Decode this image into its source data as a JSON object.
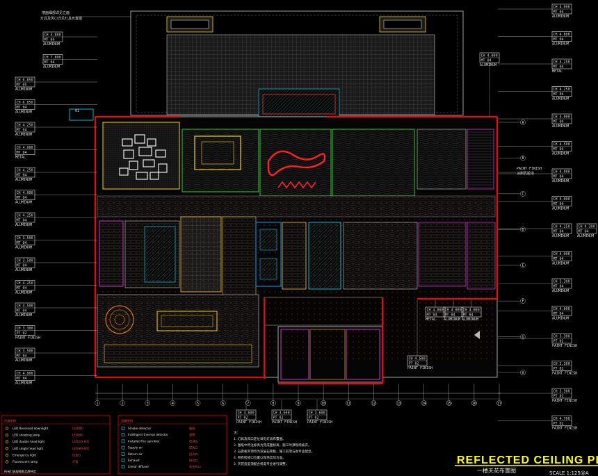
{
  "drawing": {
    "title": "REFLECTED CEILING PLAN",
    "subtitle": "一楼天花布置图",
    "scale": "SCALE 1:125@A"
  },
  "top_note": [
    "墙面细部详见立面",
    "灯具及风口详见灯具布置图"
  ],
  "section_marker": "01",
  "room_callouts": [
    {
      "id": "tag-ch-4000-a",
      "ch": "CH 4.000",
      "code": "MT 04",
      "desc": "ALUMINUM"
    },
    {
      "id": "tag-paint-finish",
      "ch": "PAINT FINISH",
      "code": "",
      "desc": "涂刷乳胶漆"
    }
  ],
  "left_tags": [
    {
      "ch": "CH 5.800",
      "code": "MT 04",
      "desc": "ALUMINUM"
    },
    {
      "ch": "CH 7.800",
      "code": "MT 04",
      "desc": "ALUMINUM"
    },
    {
      "ch": "CH 6.850",
      "code": "MT 05",
      "desc": "ALUMINUM"
    },
    {
      "ch": "CH 6.850",
      "code": "MT 04",
      "desc": "ALUMINUM"
    },
    {
      "ch": "CH 4.250",
      "code": "MT 04",
      "desc": "ALUMINUM"
    },
    {
      "ch": "CH 4.000",
      "code": "MT 04",
      "desc": "METAL"
    },
    {
      "ch": "CH 4.250",
      "code": "MT 04",
      "desc": "ALUMINUM"
    },
    {
      "ch": "CH 4.000",
      "code": "MT 04",
      "desc": "ALUMINUM"
    },
    {
      "ch": "CH 4.250",
      "code": "MT 04",
      "desc": "ALUMINUM"
    },
    {
      "ch": "CH 3.500",
      "code": "MT 04",
      "desc": "ALUMINUM"
    },
    {
      "ch": "CH 3.500",
      "code": "MT 04",
      "desc": "ALUMINUM"
    },
    {
      "ch": "CH 4.250",
      "code": "MT 04",
      "desc": "ALUMINUM"
    },
    {
      "ch": "CH 4.500",
      "code": "MT 04",
      "desc": "ALUMINUM"
    },
    {
      "ch": "CH 3.300",
      "code": "PT 02",
      "desc": "PAINT FINISH"
    },
    {
      "ch": "CH 3.500",
      "code": "MT 04",
      "desc": "ALUMINUM"
    },
    {
      "ch": "CH 4.000",
      "code": "MT 04",
      "desc": "ALUMINUM"
    }
  ],
  "right_tags": [
    {
      "ch": "CH 4.000",
      "code": "MT 04",
      "desc": "ALUMINUM"
    },
    {
      "ch": "CH 4.800",
      "code": "MT 04",
      "desc": "ALUMINUM"
    },
    {
      "ch": "CH 4.250",
      "code": "MT 04",
      "desc": "METAL"
    },
    {
      "ch": "CH 4.250",
      "code": "MT 04",
      "desc": "ALUMINUM"
    },
    {
      "ch": "CH 4.000",
      "code": "MT 04",
      "desc": "ALUMINUM"
    },
    {
      "ch": "CH 4.500",
      "code": "MT 04",
      "desc": "ALUMINUM"
    },
    {
      "ch": "CH 4.000",
      "code": "MT 04",
      "desc": "ALUMINUM"
    },
    {
      "ch": "CH 4.000",
      "code": "MT 04",
      "desc": "ALUMINUM"
    },
    {
      "ch": "CH 4.250",
      "code": "MT 04",
      "desc": "ALUMINUM"
    },
    {
      "ch": "CH 4.000",
      "code": "MT 04",
      "desc": "ALUMINUM"
    },
    {
      "ch": "CH 3.300",
      "code": "MT 04",
      "desc": "ALUMINUM"
    },
    {
      "ch": "CH 4.000",
      "code": "MT 04",
      "desc": "ALUMINUM"
    },
    {
      "ch": "CH 3.300",
      "code": "PT 02",
      "desc": "PAINT FINISH"
    },
    {
      "ch": "CH 3.300",
      "code": "PT 02",
      "desc": "PAINT FINISH"
    },
    {
      "ch": "CH 3.300",
      "code": "PT 02",
      "desc": "PAINT FINISH"
    },
    {
      "ch": "CH 4.700",
      "code": "PT 02",
      "desc": "PAINT FINISH"
    }
  ],
  "far_right_tag": {
    "ch": "CH 4.300",
    "code": "MT 04",
    "desc": "ALUMINUM"
  },
  "bottom_tags": [
    {
      "ch": "CH 3.600",
      "code": "PT 02",
      "desc": "PAINT FINISH"
    },
    {
      "ch": "CH 3.600",
      "code": "PT 02",
      "desc": "PAINT FINISH"
    },
    {
      "ch": "CH 3.600",
      "code": "PT 02",
      "desc": "PAINT FINISH"
    }
  ],
  "mid_tags": [
    {
      "ch": "CH 4.500",
      "code": "PT 02",
      "desc": "PAINT FINISH"
    },
    {
      "ch": "CH 4.000",
      "code": "MT 04",
      "desc": "METAL"
    },
    {
      "ch": "CH 4.000",
      "code": "MT 04",
      "desc": "ALUMINUM"
    },
    {
      "ch": "CH 4.000",
      "code": "MT 04",
      "desc": "ALUMINUM"
    }
  ],
  "grid_labels_bottom": [
    "1",
    "2",
    "3",
    "4",
    "5",
    "6",
    "7",
    "8",
    "9",
    "10",
    "11",
    "12",
    "13",
    "14",
    "15",
    "16",
    "17"
  ],
  "grid_labels_right": [
    "A",
    "B",
    "C",
    "D",
    "E",
    "F",
    "G",
    "H"
  ],
  "legend_lights": {
    "heading": "灯具图例",
    "rows": [
      {
        "en": "LED Recessed downlight",
        "cn": "LED筒灯"
      },
      {
        "en": "LED shooting lamp",
        "cn": "LED射灯"
      },
      {
        "en": "LED double head light",
        "cn": "LED双头射灯"
      },
      {
        "en": "LED single head light",
        "cn": "LED单头射灯"
      },
      {
        "en": "Emergency light",
        "cn": "应急灯"
      },
      {
        "en": "Fluorescent lamp",
        "cn": "灯管"
      }
    ],
    "footnote": "所有灯具规格和品牌待定"
  },
  "legend_equipment": {
    "heading": "设备图例",
    "rows": [
      {
        "en": "Smoke detector",
        "cn": "烟感"
      },
      {
        "en": "Intelligent thermal detector",
        "cn": "温感"
      },
      {
        "en": "Installed fire sprinkler",
        "cn": "喷淋头"
      },
      {
        "en": "Supply air",
        "cn": "送风口"
      },
      {
        "en": "Return air",
        "cn": "回风口"
      },
      {
        "en": "Exhaust",
        "cn": "排风口"
      },
      {
        "en": "Linear diffuser",
        "cn": "条形风口"
      }
    ]
  },
  "notes": [
    "注：",
    "1. 灯具及风口定位详见灯具布置图。",
    "2. 图纸中所注标高为完成面标高，施工时须现场核实。",
    "3. 石膏板吊顶均为双层石膏板，施工前须与各专业配合。",
    "4. 所有检修口位置以现场实际为准。",
    "5. 天花造型须配合机电专业进行调整。"
  ],
  "colors": {
    "background": "#000000",
    "wall": "#ff0000",
    "outline_yellow": "#ffd200",
    "outline_cyan": "#00e5ff",
    "outline_magenta": "#ff40ff",
    "outline_green": "#30ff30",
    "title": "#ffff00"
  }
}
